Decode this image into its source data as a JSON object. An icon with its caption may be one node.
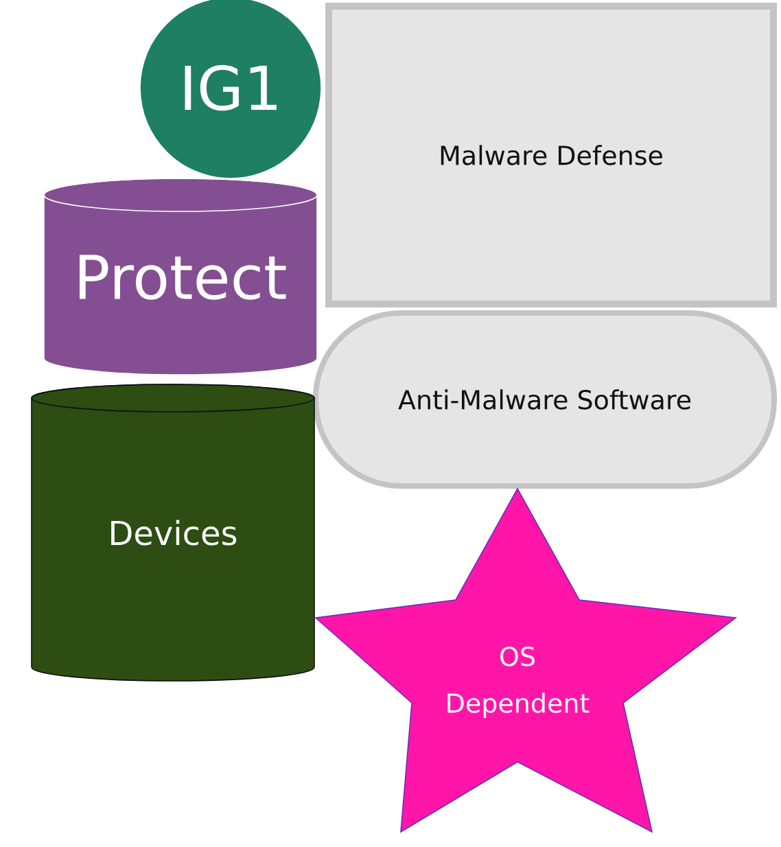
{
  "diagram": {
    "nodes": [
      {
        "text": [
          "IG1"
        ]
      },
      {
        "text": [
          "Malware Defense"
        ]
      },
      {
        "text": [
          "Protect"
        ]
      },
      {
        "text": [
          "Anti-Malware Software"
        ]
      },
      {
        "text": [
          "Devices"
        ]
      },
      {
        "text": [
          "OS Dependent"
        ]
      }
    ]
  }
}
